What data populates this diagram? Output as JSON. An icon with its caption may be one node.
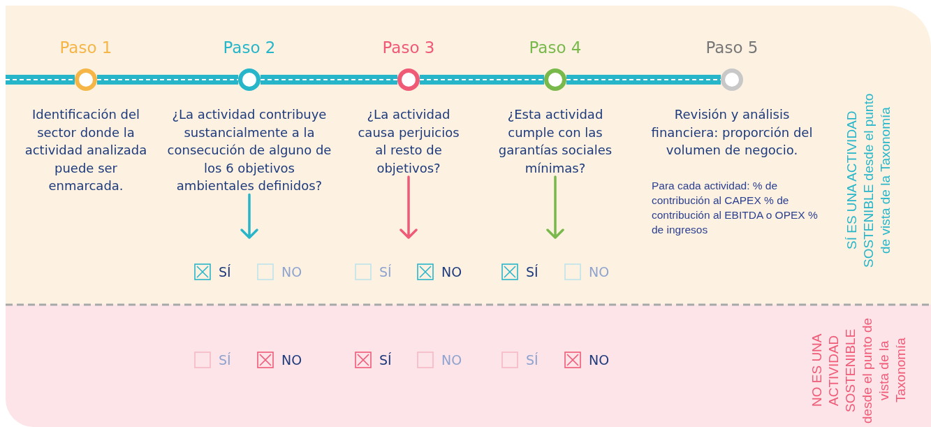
{
  "diagram": {
    "nodes": [
      {
        "text": [
          "SÍ ES UNA ACTIVIDAD SOSTENIBLE desde el punto de vista de la Taxonomía"
        ]
      },
      {
        "text": [
          "NO ES UNA ACTIVIDAD SOSTENIBLE desde el punto de vista de la Taxonomía"
        ]
      },
      {
        "text": [
          "Paso 1",
          "Identificación del sector donde la actividad analizada puede ser enmarcada."
        ],
        "in": 0
      },
      {
        "text": [
          "Paso 2",
          "¿La actividad contribuye sustancialmente a la consecución de alguno de los 6 objetivos ambientales definidos?"
        ],
        "in": 0
      },
      {
        "text": [
          "Paso 3",
          "¿La actividad causa perjuicios al resto de objetivos?"
        ],
        "in": 0
      },
      {
        "text": [
          "Paso 4",
          "¿Esta actividad cumple con las garantías sociales mínimas?"
        ],
        "in": 0
      },
      {
        "text": [
          "Paso 5",
          "Revisión y análisis financiera: proporción del volumen de negocio.",
          "Para cada actividad: % de contribución al CAPEX % de contribución al EBITDA o OPEX % de ingresos"
        ],
        "in": 0
      }
    ],
    "edges": [
      {
        "from": null,
        "to": 2,
        "arrow": "none"
      },
      {
        "from": 2,
        "to": 3,
        "arrow": "none"
      },
      {
        "from": 3,
        "to": 4,
        "arrow": "none"
      },
      {
        "from": 4,
        "to": 5,
        "arrow": "none"
      },
      {
        "from": 5,
        "to": 6,
        "arrow": "none"
      },
      {
        "from": 3,
        "to": null,
        "arrow": "to"
      },
      {
        "from": 4,
        "to": null,
        "arrow": "to",
        "color": "#ef5a77"
      },
      {
        "from": 5,
        "to": null,
        "arrow": "to",
        "color": "#79b84a"
      }
    ],
    "labels": [
      "SÍ",
      "NO",
      "SÍ",
      "NO",
      "SÍ",
      "NO",
      "SÍ",
      "NO",
      "SÍ",
      "NO",
      "SÍ",
      "NO"
    ]
  }
}
